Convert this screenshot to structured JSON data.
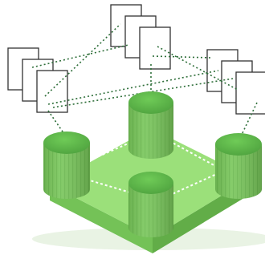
{
  "colors": {
    "background": "#ffffff",
    "platform_top": "#9be07a",
    "platform_front": "#74c257",
    "platform_side": "#62ad48",
    "cylinder_body": "#78c65a",
    "cylinder_stripe": "#5fae43",
    "cylinder_top": "#5bb548",
    "cylinder_top_highlight": "#6fcb57",
    "document_fill": "#ffffff",
    "document_stroke": "#333333",
    "connector": "#2f6f3a",
    "platform_dots": "#ffffff"
  },
  "icons": {
    "platform": "base-platform",
    "nodes": "database-cylinder",
    "documents": "document-stack"
  }
}
